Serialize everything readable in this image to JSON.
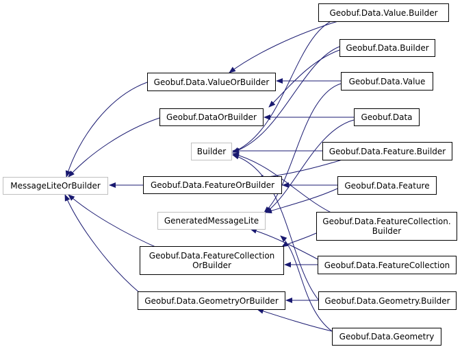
{
  "colors": {
    "edge": "#191970",
    "external_border": "#bfbfbf",
    "node_border": "#000000"
  },
  "nodes": {
    "message_lite_or_builder": "MessageLiteOrBuilder",
    "value_or_builder": "Geobuf.Data.ValueOrBuilder",
    "data_or_builder": "Geobuf.DataOrBuilder",
    "builder": "Builder",
    "feature_or_builder": "Geobuf.Data.FeatureOrBuilder",
    "generated_message_lite": "GeneratedMessageLite",
    "feature_collection_or_builder_1": "Geobuf.Data.FeatureCollection",
    "feature_collection_or_builder_2": "OrBuilder",
    "geometry_or_builder": "Geobuf.Data.GeometryOrBuilder",
    "value_builder": "Geobuf.Data.Value.Builder",
    "data_builder": "Geobuf.Data.Builder",
    "value": "Geobuf.Data.Value",
    "data": "Geobuf.Data",
    "feature_builder": "Geobuf.Data.Feature.Builder",
    "feature": "Geobuf.Data.Feature",
    "feature_collection_builder_1": "Geobuf.Data.FeatureCollection.",
    "feature_collection_builder_2": "Builder",
    "feature_collection": "Geobuf.Data.FeatureCollection",
    "geometry_builder": "Geobuf.Data.Geometry.Builder",
    "geometry": "Geobuf.Data.Geometry"
  }
}
